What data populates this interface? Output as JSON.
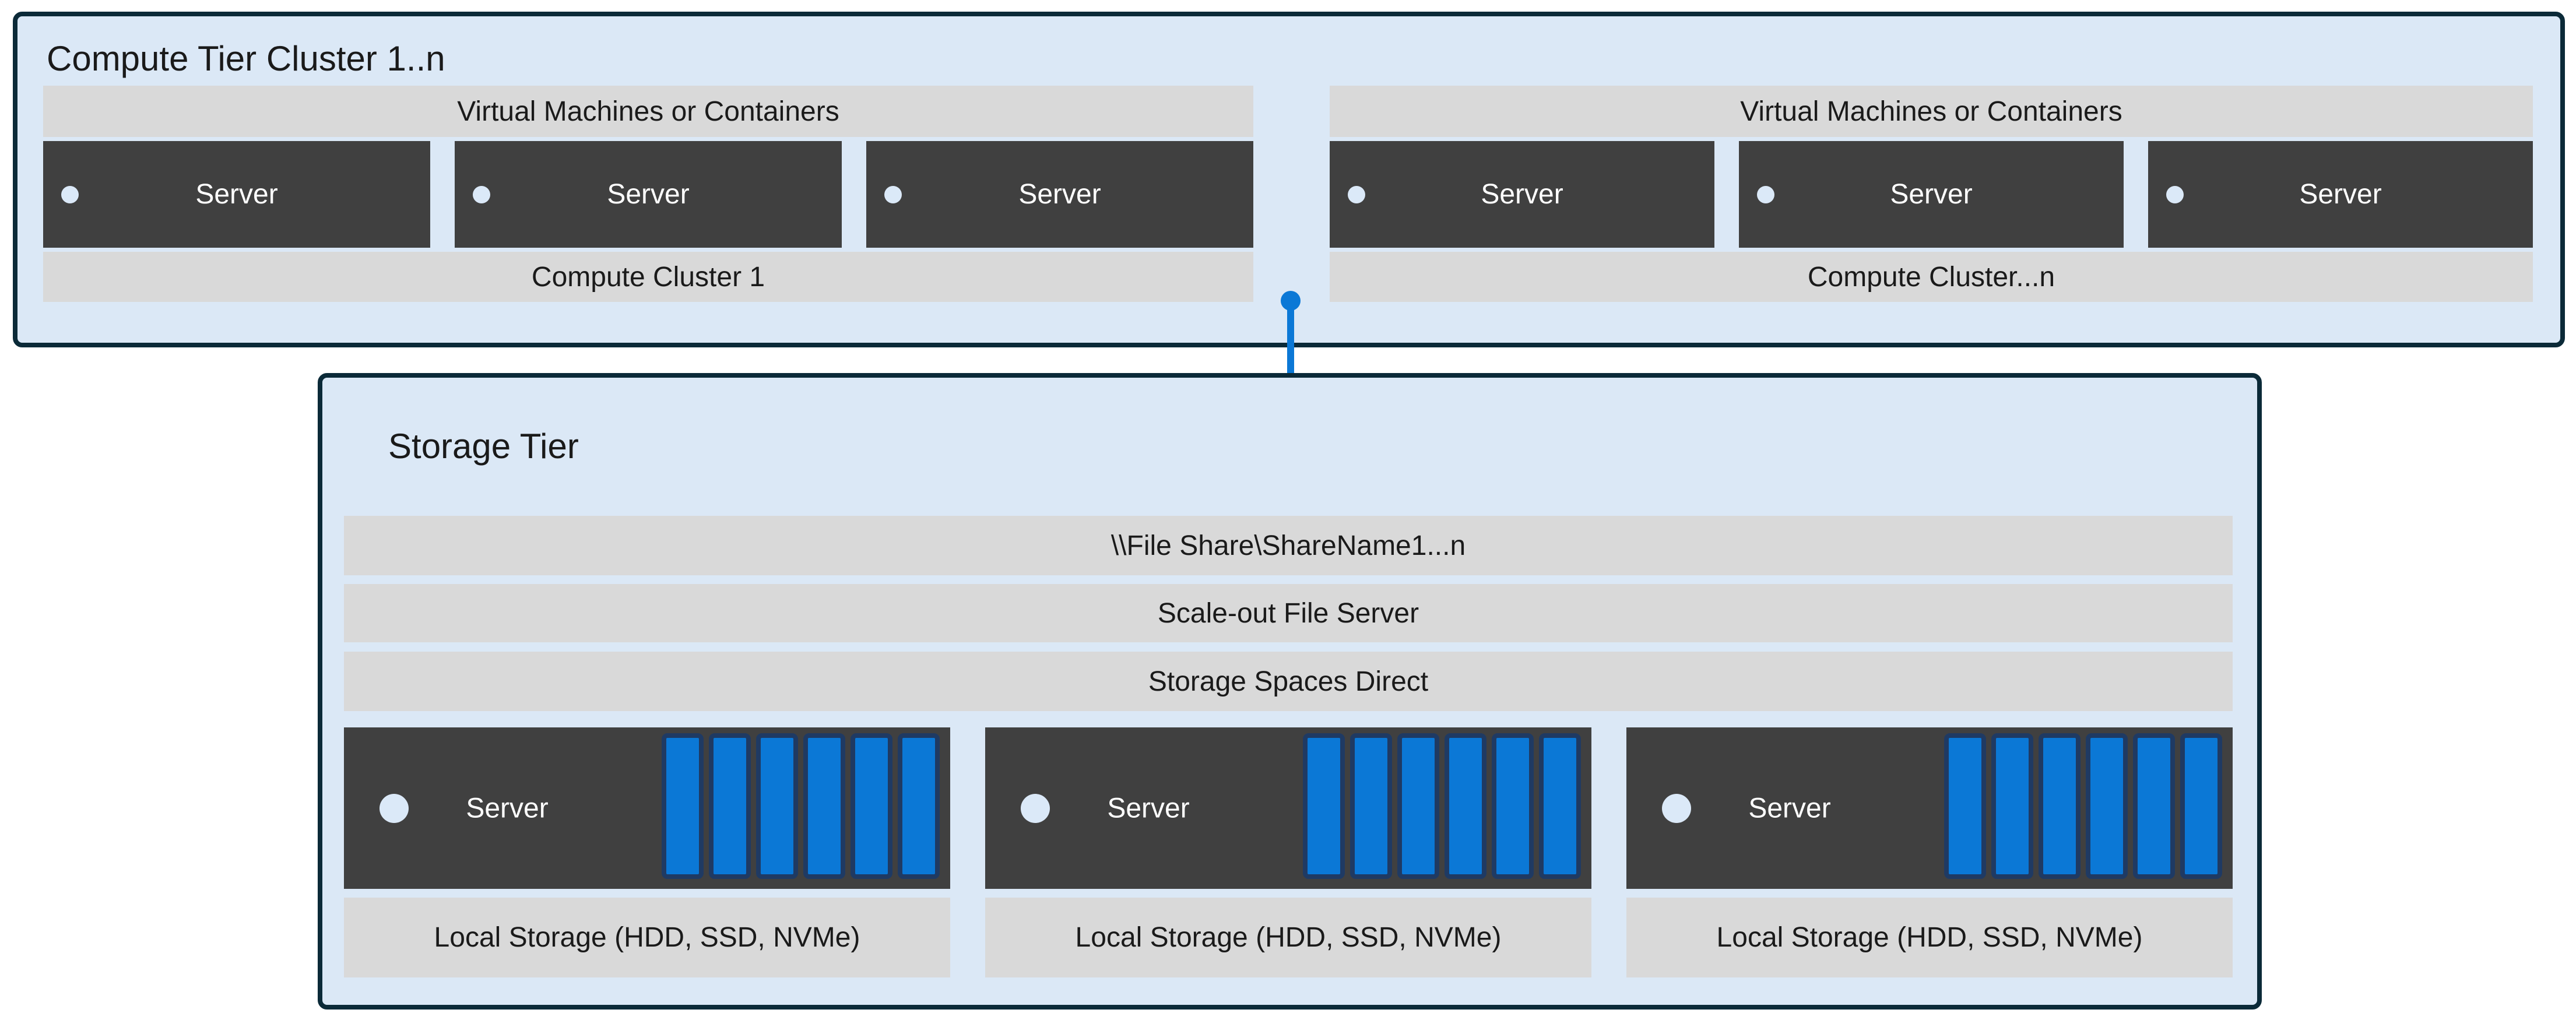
{
  "diagram": {
    "type": "architecture-diagram",
    "colors": {
      "tier_background": "#dbe8f6",
      "tier_border": "#0b2a38",
      "label_bar": "#d9d9d9",
      "server_box": "#404040",
      "accent_blue": "#0b78d6",
      "disk_border": "#1f3a63",
      "led_circle": "#dbe9f8"
    }
  },
  "compute_tier": {
    "title": "Compute Tier Cluster 1..n",
    "clusters": [
      {
        "top_label": "Virtual Machines or Containers",
        "servers": [
          "Server",
          "Server",
          "Server"
        ],
        "bottom_label": "Compute Cluster 1"
      },
      {
        "top_label": "Virtual Machines or Containers",
        "servers": [
          "Server",
          "Server",
          "Server"
        ],
        "bottom_label": "Compute Cluster...n"
      }
    ]
  },
  "connector": {
    "icon": "folder-icon",
    "style": "blue line with round endpoints"
  },
  "storage_tier": {
    "title": "Storage Tier",
    "layers": [
      "\\\\File Share\\ShareName1...n",
      "Scale-out File Server",
      "Storage Spaces Direct"
    ],
    "nodes": [
      {
        "label": "Server",
        "disk_count": 6,
        "storage_label": "Local Storage (HDD, SSD, NVMe)"
      },
      {
        "label": "Server",
        "disk_count": 6,
        "storage_label": "Local Storage (HDD, SSD, NVMe)"
      },
      {
        "label": "Server",
        "disk_count": 6,
        "storage_label": "Local Storage (HDD, SSD, NVMe)"
      }
    ]
  }
}
